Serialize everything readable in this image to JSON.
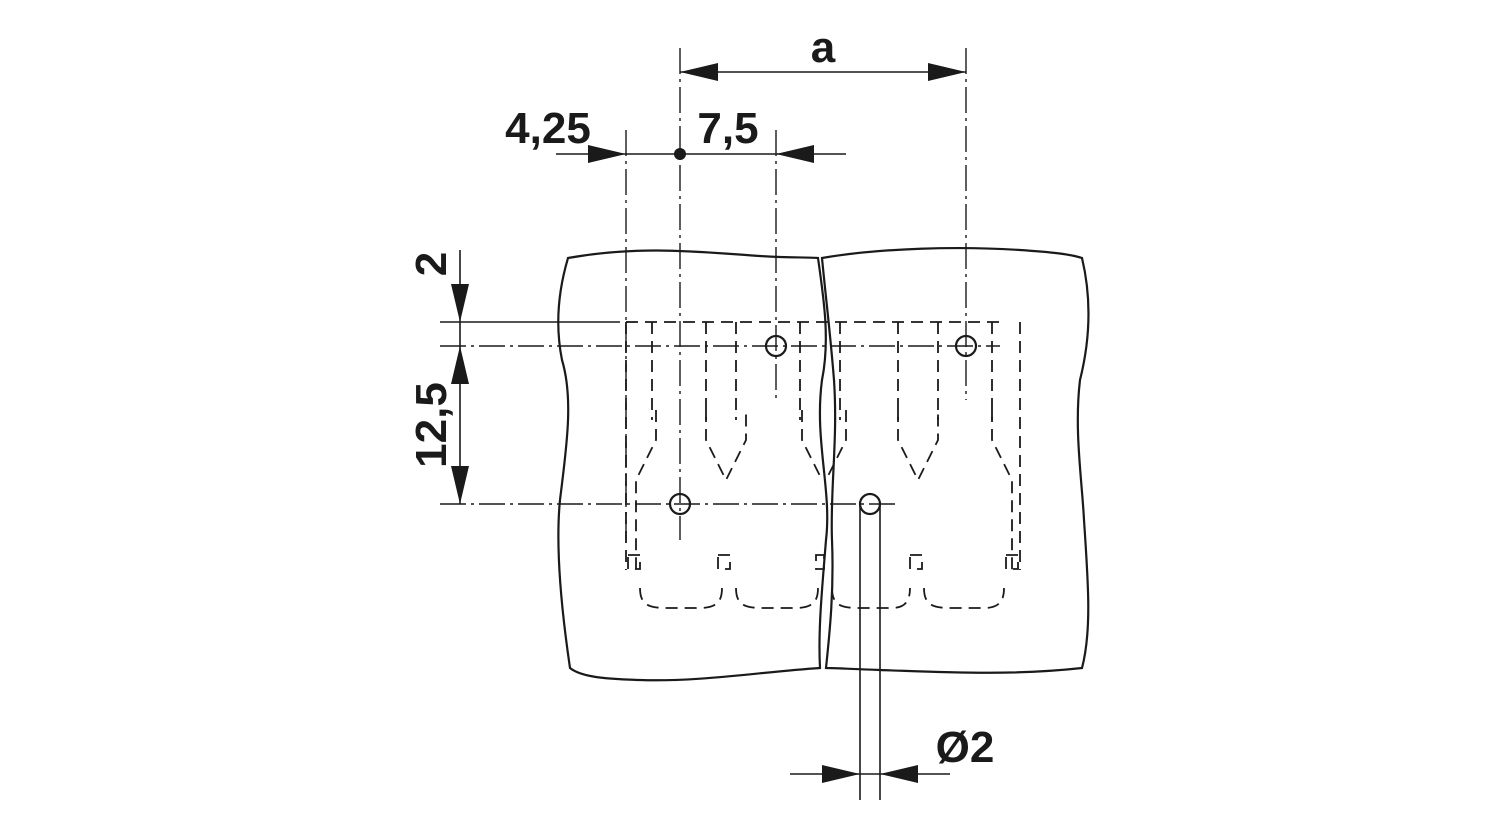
{
  "dimensions": {
    "pitch_a": "a",
    "offset": "4,25",
    "spacing": "7,5",
    "row_offset": "2",
    "row_spacing": "12,5",
    "hole_diameter": "Ø2"
  },
  "colors": {
    "line": "#1a1a1a",
    "background": "#ffffff"
  }
}
